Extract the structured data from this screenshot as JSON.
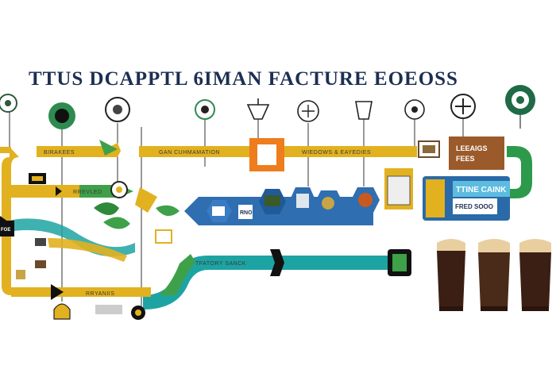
{
  "title": "TTUS DCAPPTL 6IMAN FACTURE EOEOSS",
  "labels": {
    "top_left_bar": "BIRAKEES",
    "top_mid_bar": "GAN CUHMAMATION",
    "top_right_bar": "WIEDOWS & EAYEDIES",
    "right_card_line1": "LEEAIGS",
    "right_card_line2": "FEES",
    "mid_left_bar": "RREVLED",
    "blue_hex_label": "RNO",
    "right_panel_line1": "TTINE CAINK",
    "right_panel_line2": "FRED SOOO",
    "teal_band_label": "TFATORY SANCK",
    "bottom_bar": "RRYANIIS",
    "left_tag": "FOE"
  },
  "colors": {
    "title": "#1d2f52",
    "yellow": "#e2b11f",
    "green": "#3fa04a",
    "teal": "#1ea3a3",
    "blue": "#2f6eb0",
    "orange": "#ee7d1e",
    "beer": "#3b1f14",
    "foam": "#e9cfa0"
  },
  "icons": [
    "gear-icon",
    "leaf-icon",
    "glass-icon",
    "hex-icon"
  ]
}
